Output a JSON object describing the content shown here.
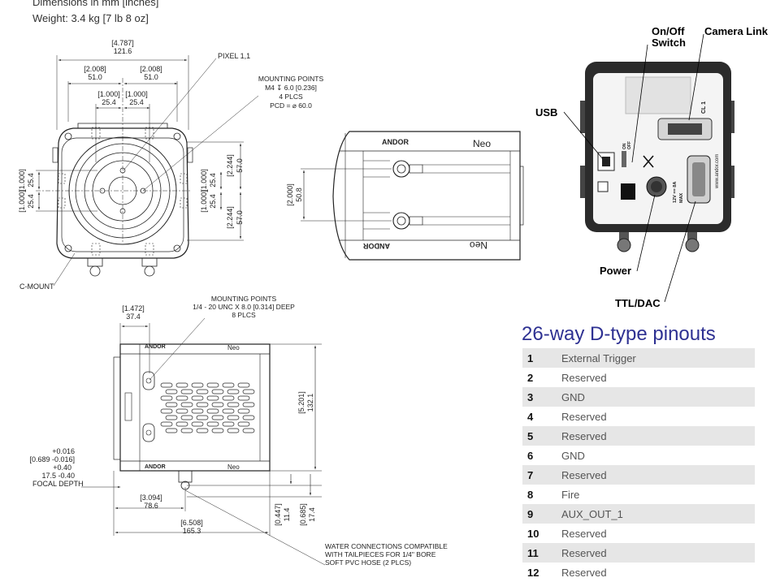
{
  "header": {
    "dimensions_note": "Dimensions in mm [inches]",
    "weight_note": "Weight: 3.4 kg [7 lb 8 oz]"
  },
  "front_view": {
    "overall_width": [
      "[4.787]",
      "121.6"
    ],
    "half_widths": [
      "[2.008]",
      "51.0",
      "[2.008]",
      "51.0"
    ],
    "inner_widths": [
      "[1.000]",
      "25.4",
      "[1.000]",
      "25.4"
    ],
    "pixel_label": "PIXEL 1,1",
    "mounting_points": [
      "MOUNTING POINTS",
      "M4 ↧ 6.0 [0.236]",
      "4 PLCS",
      "PCD = ⌀ 60.0"
    ],
    "left_dims": [
      "[1.000]",
      "25.4",
      "[1.000]",
      "25.4"
    ],
    "right_inner_dims": [
      "[1.000]",
      "25.4",
      "[1.000]",
      "25.4"
    ],
    "right_outer_dims": [
      "[2.244]",
      "57.0",
      "[2.244]",
      "57.0"
    ],
    "cmount_label": "C-MOUNT"
  },
  "top_view": {
    "brand": "ANDOR",
    "model": "Neo",
    "height_dims": [
      "[2.000]",
      "50.8"
    ]
  },
  "side_view": {
    "mounting_points": [
      "MOUNTING POINTS",
      "1/4 - 20 UNC X 8.0 [0.314] DEEP",
      "8 PLCS"
    ],
    "depth_dims": [
      "[1.472]",
      "37.4"
    ],
    "height_dims": [
      "[5.201]",
      "132.1"
    ],
    "focal_depth": [
      "+0.016",
      "[0.689 -0.016]",
      "+0.40",
      "17.5 -0.40",
      "FOCAL DEPTH"
    ],
    "mid_dims": [
      "[3.094]",
      "78.6"
    ],
    "total_dims": [
      "[6.508]",
      "165.3"
    ],
    "bottom_dims_a": [
      "[0.447]",
      "11.4"
    ],
    "bottom_dims_b": [
      "[0.685]",
      "17.4"
    ],
    "water_note": [
      "WATER CONNECTIONS COMPATIBLE",
      "WITH TAILPIECES FOR 1/4\" BORE",
      "SOFT PVC HOSE (2 PLCS)"
    ]
  },
  "rear_view": {
    "callouts": {
      "onoff": [
        "On/Off",
        "Switch"
      ],
      "camera_link": "Camera Link",
      "usb": "USB",
      "power": "Power",
      "ttl": "TTL/DAC"
    },
    "panel_texts": {
      "cl": "CL 1",
      "url": "www.andor.com",
      "volt": "12V == 8A",
      "max": "MAX",
      "on": "ON",
      "off": "OFF"
    }
  },
  "pinouts": {
    "title": "26-way D-type pinouts",
    "rows": [
      {
        "pin": "1",
        "signal": "External Trigger"
      },
      {
        "pin": "2",
        "signal": "Reserved"
      },
      {
        "pin": "3",
        "signal": "GND"
      },
      {
        "pin": "4",
        "signal": "Reserved"
      },
      {
        "pin": "5",
        "signal": "Reserved"
      },
      {
        "pin": "6",
        "signal": "GND"
      },
      {
        "pin": "7",
        "signal": "Reserved"
      },
      {
        "pin": "8",
        "signal": "Fire"
      },
      {
        "pin": "9",
        "signal": "AUX_OUT_1"
      },
      {
        "pin": "10",
        "signal": "Reserved"
      },
      {
        "pin": "11",
        "signal": "Reserved"
      },
      {
        "pin": "12",
        "signal": "Reserved"
      }
    ]
  }
}
